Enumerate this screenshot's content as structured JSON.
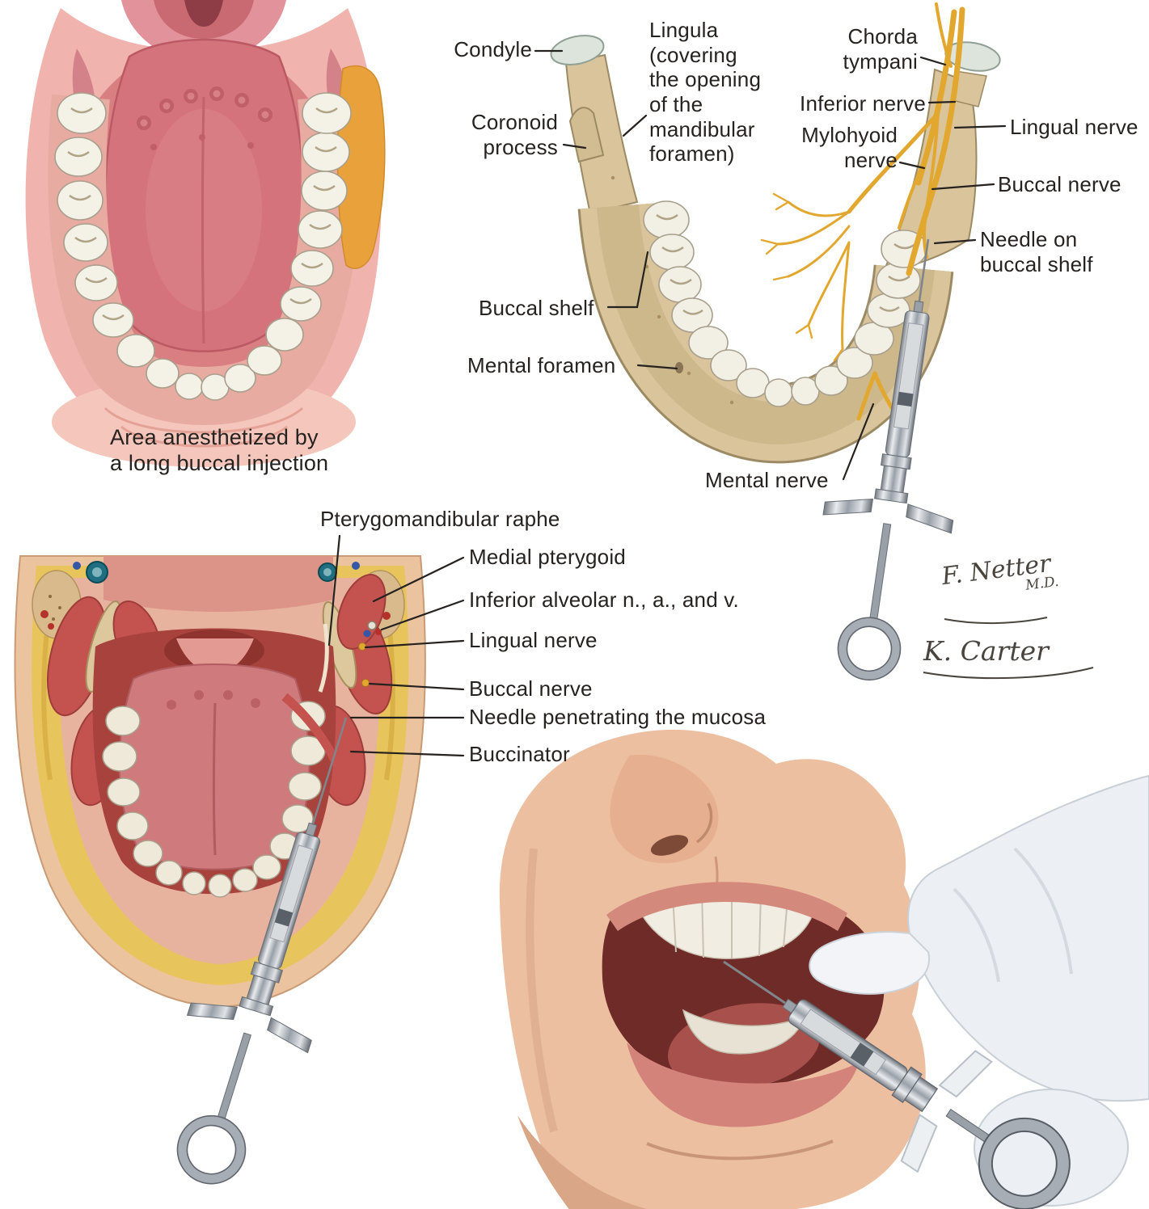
{
  "palette": {
    "label_text": "#262220",
    "anesthesia_area_orange": "#e9a13b",
    "bone_tan": "#d9c49c",
    "nerve_yellow": "#e2a72e",
    "mucosa_pink": "#f0b3ad",
    "tongue_pink": "#d4737b",
    "tooth_white": "#f4f1e7",
    "muscle_red": "#c4524e",
    "fat_yellow": "#e7c45c",
    "skin_tone": "#ecbfa0",
    "glove_white": "#eef1f5",
    "syringe_metal_gray": "#9aa0a8"
  },
  "occlusal_panel": {
    "caption": "Area anesthetized by\na long buccal injection"
  },
  "mandible_panel": {
    "labels": {
      "condyle": "Condyle",
      "coronoid_process": "Coronoid\nprocess",
      "lingula": "Lingula\n(covering\nthe opening\nof the\nmandibular\nforamen)",
      "chorda_tympani": "Chorda\ntympani",
      "inferior_nerve": "Inferior nerve",
      "mylohyoid_nerve": "Mylohyoid\nnerve",
      "lingual_nerve": "Lingual nerve",
      "buccal_nerve": "Buccal nerve",
      "needle_on_buccal_shelf": "Needle on\nbuccal shelf",
      "buccal_shelf": "Buccal shelf",
      "mental_foramen": "Mental foramen",
      "mental_nerve": "Mental nerve"
    },
    "signatures": {
      "artist1": "F. Netter",
      "artist1_suffix": "M.D.",
      "artist2": "K. Carter"
    }
  },
  "cross_section_panel": {
    "labels": {
      "pterygomandibular_raphe": "Pterygomandibular raphe",
      "medial_pterygoid": "Medial pterygoid",
      "inferior_alveolar": "Inferior alveolar n., a., and v.",
      "lingual_nerve": "Lingual nerve",
      "buccal_nerve": "Buccal nerve",
      "needle_penetrating_mucosa": "Needle penetrating the mucosa",
      "buccinator": "Buccinator"
    }
  }
}
